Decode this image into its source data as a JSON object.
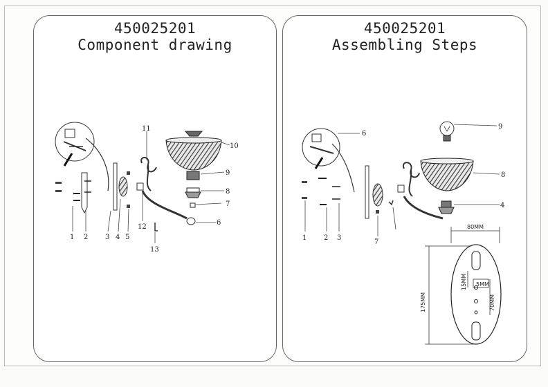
{
  "left_panel": {
    "code": "450025201",
    "title": "Component drawing",
    "labels": {
      "n1": "1",
      "n2": "2",
      "n3": "3",
      "n4": "4",
      "n5": "5",
      "n6": "6",
      "n7": "7",
      "n8": "8",
      "n9": "9",
      "n10": "10",
      "n11": "11",
      "n12": "12",
      "n13": "13"
    }
  },
  "right_panel": {
    "code": "450025201",
    "title": "Assembling Steps",
    "labels": {
      "n1": "1",
      "n2": "2",
      "n3": "3",
      "n4": "4",
      "n6": "6",
      "n7": "7",
      "n8": "8",
      "n9": "9"
    },
    "dimensions": {
      "width": "80MM",
      "height": "175MM",
      "slot_length": "70MM",
      "slot_offset": "15MM",
      "hole_gap": "5MM"
    }
  }
}
